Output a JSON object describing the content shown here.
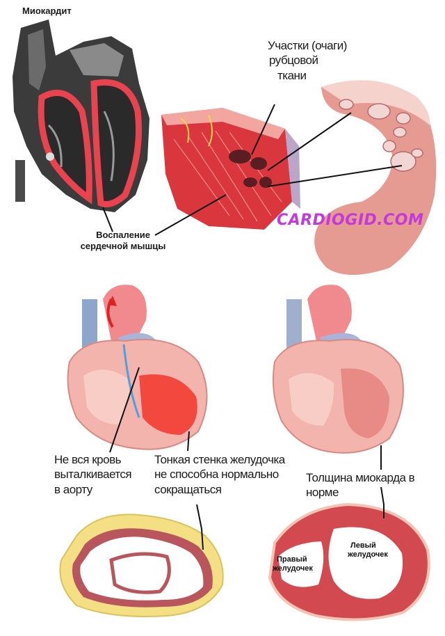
{
  "top": {
    "title": "Миокардит",
    "scar_label": [
      "Участки (очаги)",
      "рубцовой",
      "ткани"
    ],
    "inflammation_label": [
      "Воспаление",
      "сердечной мышцы"
    ]
  },
  "watermark": "CARDIOGID.COM",
  "bottom": {
    "blood_label": [
      "Не вся кровь",
      "выталкивается",
      "в аорту"
    ],
    "thin_wall_label": [
      "Тонкая стенка желудочка",
      "не способна нормально",
      "сокращаться"
    ],
    "normal_label": "Толщина миокарда в норме",
    "right_ventricle": [
      "Правый",
      "желудочек"
    ],
    "left_ventricle": [
      "Левый",
      "желудочек"
    ]
  },
  "colors": {
    "inflamed": "#e8434f",
    "muscle": "#d9636b",
    "tissue_pink": "#f0b5ae",
    "fat_yellow": "#f4df84",
    "watermark": "#c23bd6"
  }
}
